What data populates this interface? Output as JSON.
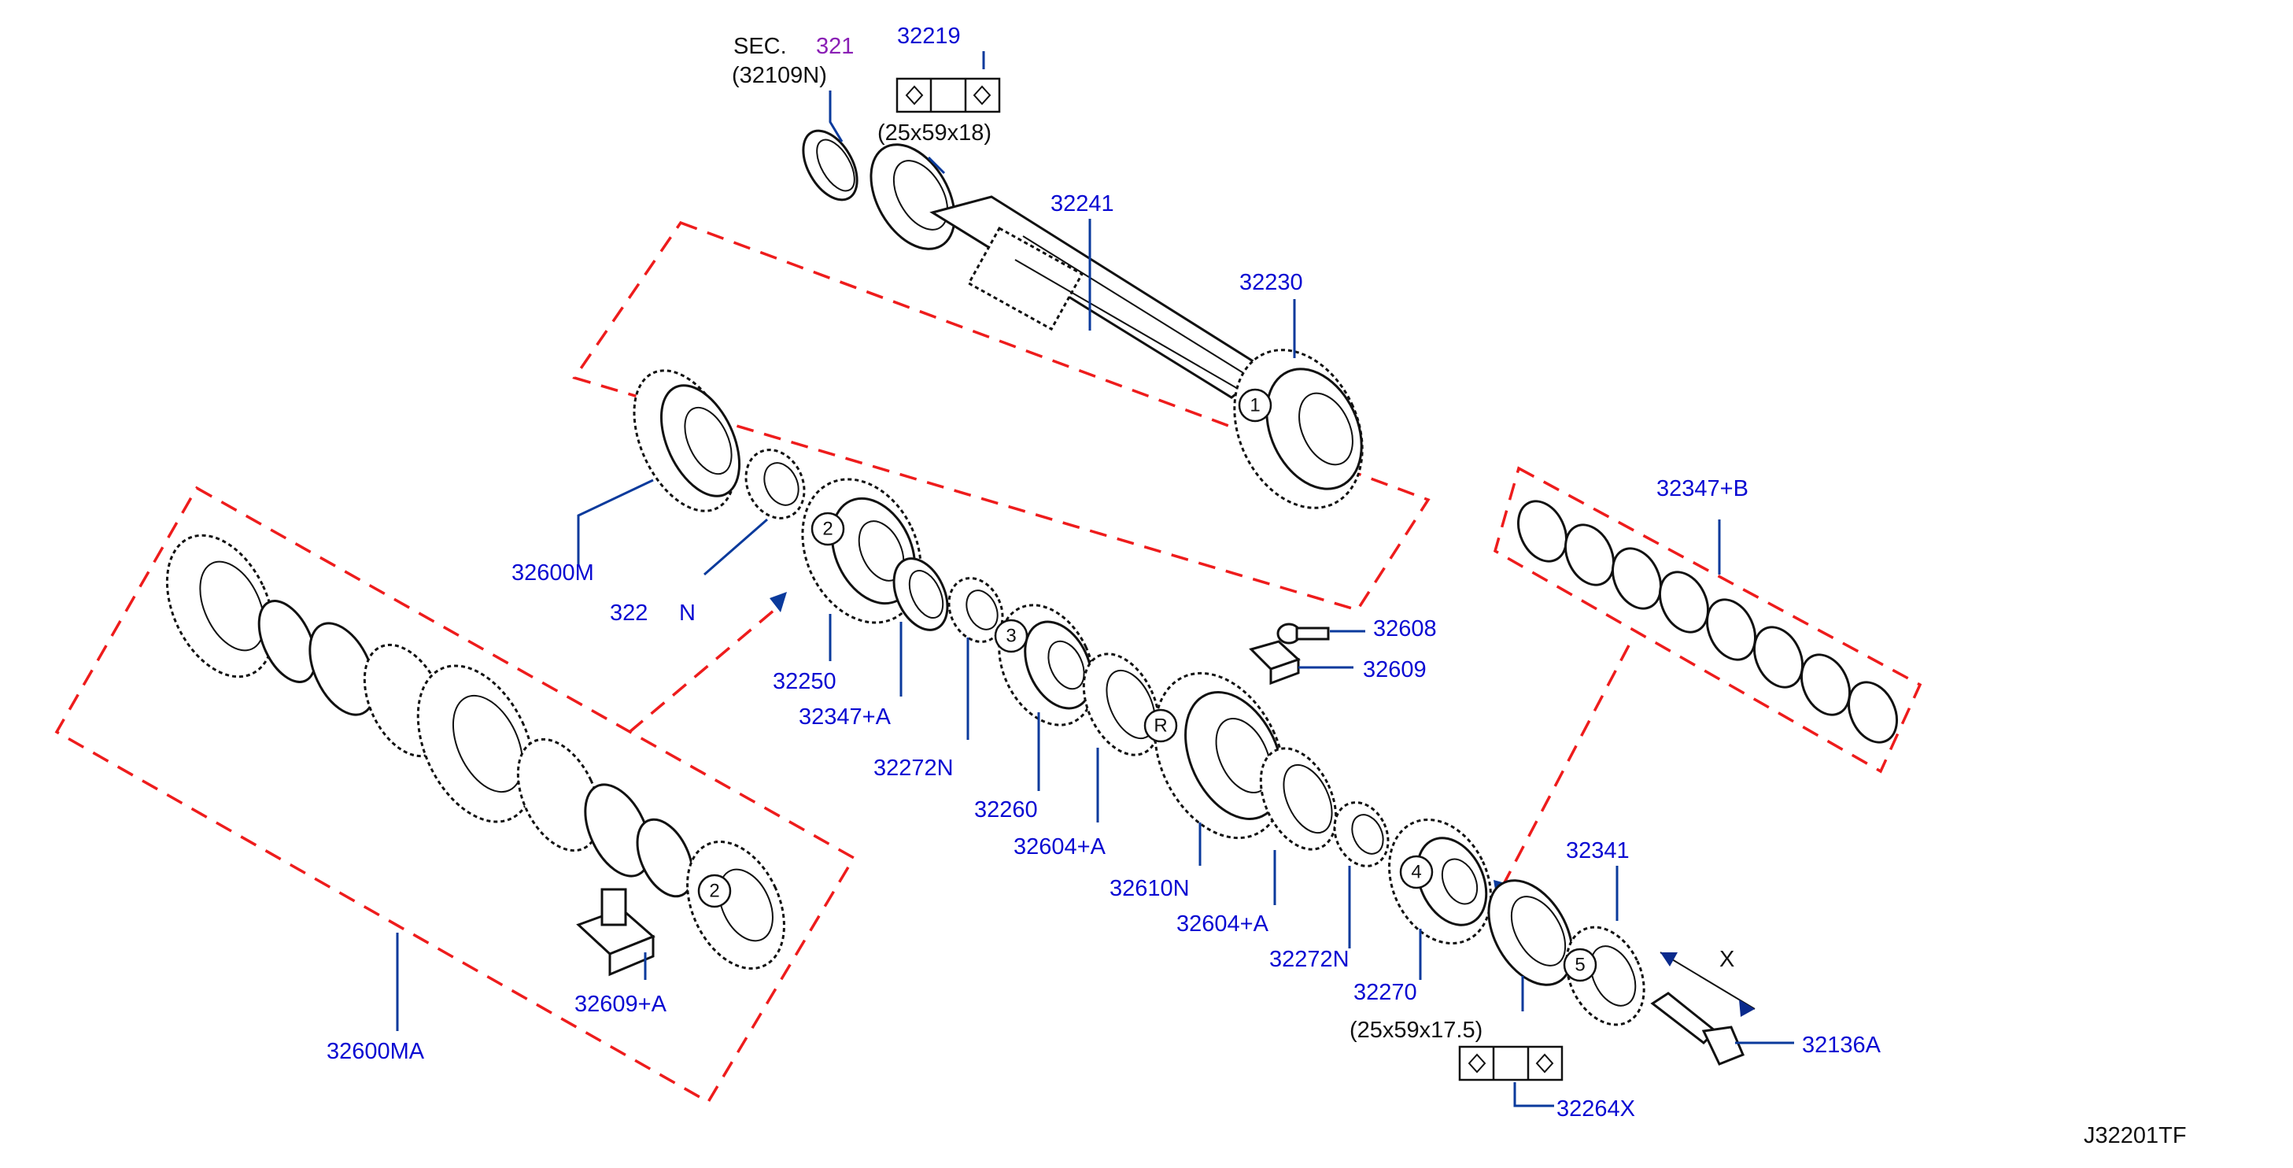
{
  "diagram_id": "J32201TF",
  "section_ref": {
    "prefix": "SEC.",
    "number": "321",
    "sub": "(32109N)"
  },
  "dimensions": {
    "bearing_front": "(25x59x18)",
    "bearing_rear": "(25x59x17.5)",
    "dim_x": "X"
  },
  "parts": {
    "p32219": "32219",
    "p32241": "32241",
    "p32230": "32230",
    "p32600M": "32600M",
    "p32272N_a": "322",
    "p32272N_a_tail": "N",
    "p32250": "32250",
    "p32347A": "32347+A",
    "p32272N_b": "32272N",
    "p32260": "32260",
    "p32604A_a": "32604+A",
    "p32610N": "32610N",
    "p32604A_b": "32604+A",
    "p32272N_c": "32272N",
    "p32270": "32270",
    "p32608": "32608",
    "p32609": "32609",
    "p32347B": "32347+B",
    "p32341": "32341",
    "p32136A": "32136A",
    "p32264X": "32264X",
    "p32600MA": "32600MA",
    "p32609A": "32609+A"
  },
  "gear_markers": [
    "1",
    "2",
    "3",
    "R",
    "4",
    "5",
    "2"
  ],
  "colors": {
    "label": "#0a0ad2",
    "leader": "#0a3a9c",
    "group_outline": "#ee1c1c",
    "section_number": "#8a1fb5",
    "linework": "#111111"
  }
}
